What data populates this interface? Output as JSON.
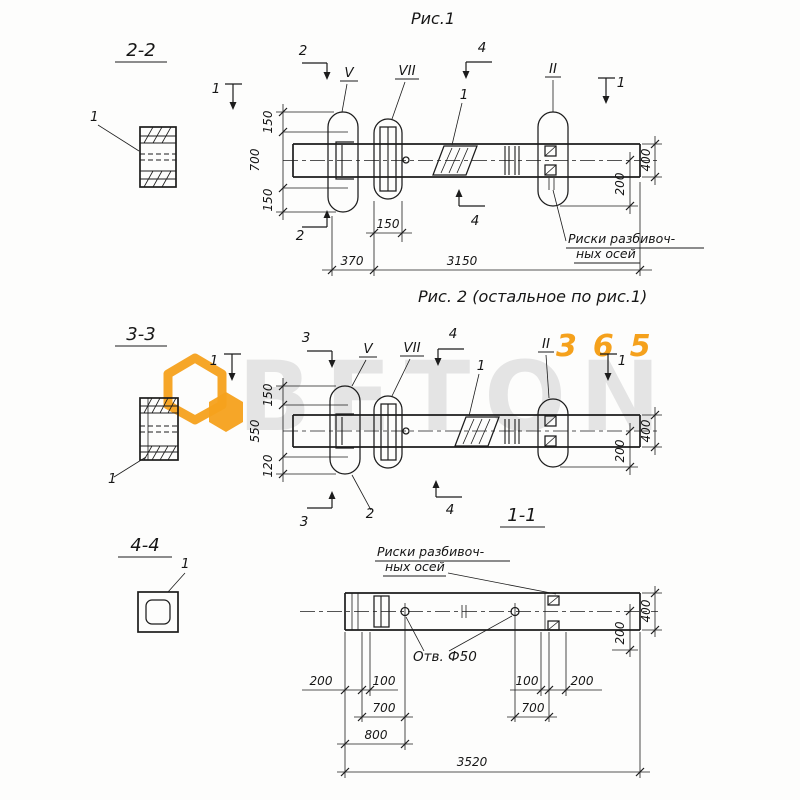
{
  "colors": {
    "ink": "#1c1c1c",
    "watermark_gray": "#e4e4e4",
    "watermark_orange": "#f5a11c"
  },
  "watermark": {
    "brand": "BETON",
    "number": "365"
  },
  "fig1": {
    "title": "Рис.1",
    "section_label": "2-2",
    "detail_label": "1",
    "cut_marks": {
      "c2_top": "2",
      "c2_bottom": "2",
      "c4_top": "4",
      "c4_bottom": "4",
      "c1_left": "1",
      "c1_right": "1"
    },
    "positions": {
      "v": "V",
      "vii": "VII",
      "ii": "II"
    },
    "item1": "1",
    "dims": {
      "d150t": "150",
      "d700": "700",
      "d150b": "150",
      "d150s": "150",
      "d400": "400",
      "d200": "200",
      "d370": "370",
      "d3150": "3150"
    },
    "note_line1": "Риски разбивоч-",
    "note_line2": "ных осей"
  },
  "fig2": {
    "title": "Рис. 2 (остальное по рис.1)",
    "section_label": "3-3",
    "detail_label": "1",
    "cut_marks": {
      "c3_top": "3",
      "c3_bottom": "3",
      "c4_top": "4",
      "c4_bottom": "4",
      "c1_left": "1",
      "c1_right": "1"
    },
    "positions": {
      "v": "V",
      "vii": "VII",
      "ii": "II"
    },
    "item1": "1",
    "item2": "2",
    "dims": {
      "d150": "150",
      "d550": "550",
      "d120": "120",
      "d400": "400",
      "d200": "200"
    }
  },
  "fig3": {
    "section_label": "4-4",
    "view_label": "1-1",
    "detail_label": "1",
    "hole_label": "Отв. Ф50",
    "note_line1": "Риски разбивоч-",
    "note_line2": "ных осей",
    "dims": {
      "d200l": "200",
      "d100l": "100",
      "d700l": "700",
      "d800": "800",
      "d100r": "100",
      "d200r": "200",
      "d700r": "700",
      "d3520": "3520",
      "d400": "400",
      "d200v": "200"
    }
  }
}
